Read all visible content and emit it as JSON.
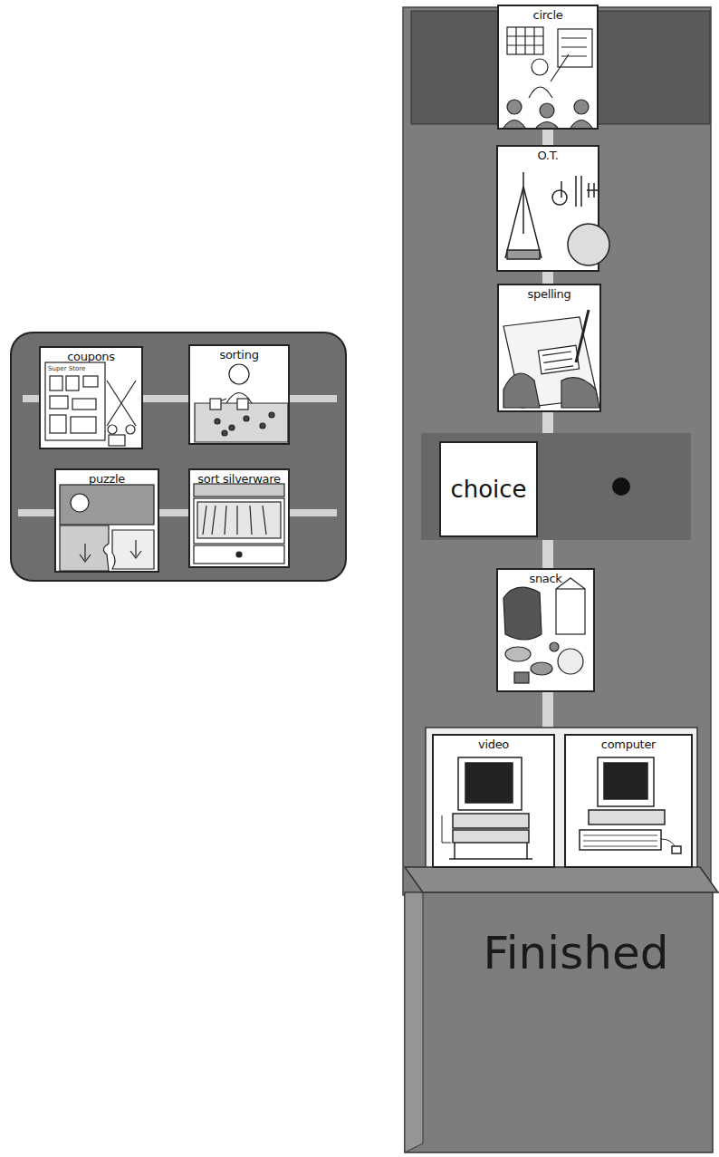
{
  "diagram": {
    "nodes": [
      {
        "text": []
      },
      {
        "text": [
          "coupons"
        ],
        "in": 0
      },
      {
        "text": [
          "sorting"
        ],
        "in": 0
      },
      {
        "text": [
          "puzzle"
        ],
        "in": 0
      },
      {
        "text": [
          "sort silverware"
        ],
        "in": 0
      },
      {
        "text": []
      },
      {
        "text": [
          "circle"
        ],
        "in": 5
      },
      {
        "text": [
          "O.T."
        ],
        "in": 5
      },
      {
        "text": [
          "spelling"
        ],
        "in": 5
      },
      {
        "text": [
          "choice"
        ],
        "in": 5
      },
      {
        "text": [
          "snack"
        ],
        "in": 5
      },
      {
        "text": [
          "video"
        ],
        "in": 5
      },
      {
        "text": [
          "computer"
        ],
        "in": 5
      },
      {
        "text": [
          "Finished"
        ],
        "in": 5
      }
    ],
    "labels": [
      "Super Store"
    ]
  }
}
